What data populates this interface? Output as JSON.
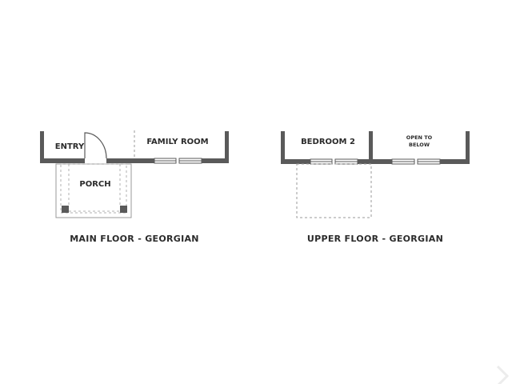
{
  "main_floor": {
    "caption": "MAIN FLOOR - GEORGIAN",
    "rooms": {
      "entry": "ENTRY",
      "family_room": "FAMILY ROOM",
      "porch": "PORCH"
    }
  },
  "upper_floor": {
    "caption": "UPPER FLOOR - GEORGIAN",
    "rooms": {
      "bedroom_2": "BEDROOM 2",
      "open_to_below_line1": "OPEN TO",
      "open_to_below_line2": "BELOW"
    }
  },
  "colors": {
    "wall": "#5a5a5a",
    "line": "#9a9a9a",
    "text": "#2b2b2b"
  }
}
